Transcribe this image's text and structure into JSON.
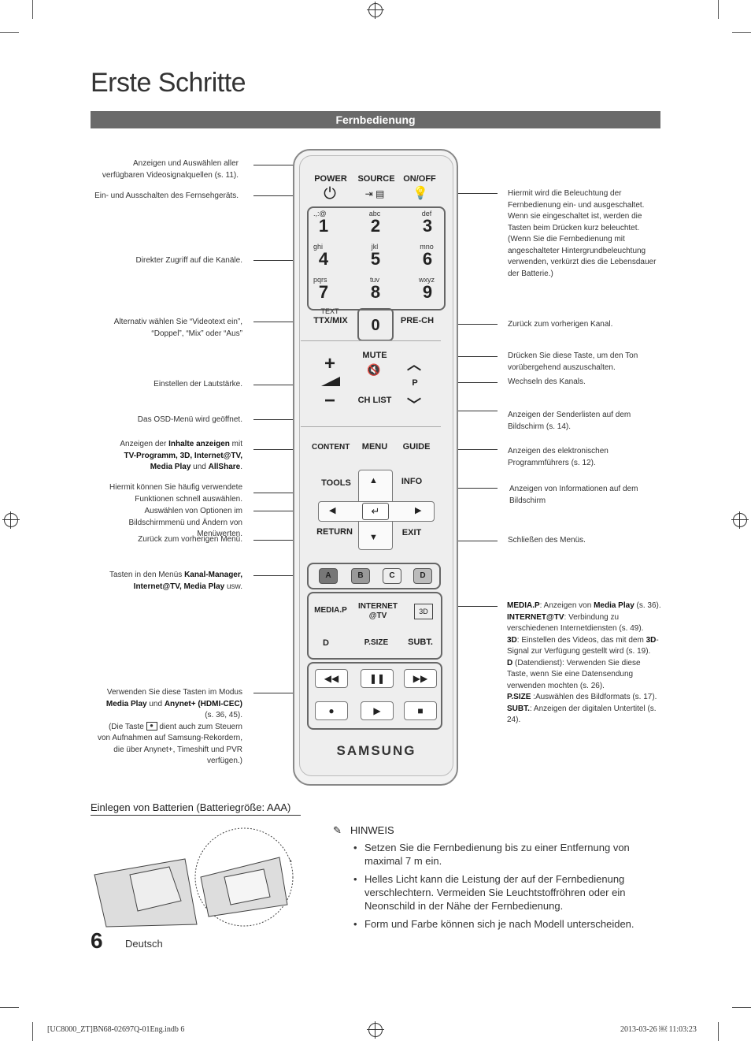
{
  "page": {
    "title": "Erste Schritte",
    "section": "Fernbedienung"
  },
  "left_annotations": [
    "Anzeigen und Auswählen aller verfügbaren Videosignalquellen (s. 11).",
    "Ein- und Ausschalten des Fernsehgeräts.",
    "Direkter Zugriff auf die Kanäle.",
    "Alternativ wählen Sie “Videotext ein”, “Doppel”, “Mix” oder “Aus”",
    "Einstellen der Lautstärke.",
    "Das OSD-Menü wird geöffnet.",
    "Hiermit können Sie häufig verwendete Funktionen schnell auswählen.",
    "Auswählen von Optionen im Bildschirmmenü und Ändern von Menüwerten.",
    "Zurück zum vorherigen Menü."
  ],
  "left_rich": {
    "content_pre": "Anzeigen der ",
    "content_b1": "Inhalte anzeigen",
    "content_mid": " mit",
    "content_b2": "TV-Programm, 3D, Internet@TV,",
    "content_b3": "Media Play",
    "content_and": " und ",
    "content_b4": "AllShare",
    "content_end": ".",
    "color_pre": "Tasten in den Menüs ",
    "color_b1": "Kanal-Manager,",
    "color_b2": "Internet@TV, Media Play",
    "color_end": " usw.",
    "media_l1": "Verwenden Sie diese Tasten im Modus",
    "media_b1": "Media Play",
    "media_und": " und ",
    "media_b2": "Anynet+ (HDMI-CEC)",
    "media_l3": "(s. 36, 45).",
    "media_l4a": "(Die Taste ",
    "media_l4b": " dient auch zum Steuern",
    "media_l5": "von Aufnahmen auf Samsung-Rekordern,",
    "media_l6": "die über Anynet+, Timeshift und PVR",
    "media_l7": "verfügen.)"
  },
  "right_annotations": [
    "Hiermit wird die Beleuchtung der Fernbedienung ein- und ausgeschaltet. Wenn sie eingeschaltet ist, werden die Tasten beim Drücken kurz beleuchtet. (Wenn Sie die Fernbedienung mit angeschalteter Hintergrundbeleuchtung verwenden, verkürzt dies die Lebensdauer der Batterie.)",
    "Zurück zum vorherigen Kanal.",
    "Drücken Sie diese Taste, um den Ton vorübergehend auszuschalten.",
    "Wechseln des Kanals.",
    "Anzeigen der Senderlisten auf dem Bildschirm (s. 14).",
    "Anzeigen des elektronischen Programmführers (s. 12).",
    "Anzeigen von Informationen auf dem Bildschirm",
    "Schließen des Menüs."
  ],
  "right_media": [
    {
      "b": "MEDIA.P",
      "t": ": Anzeigen von ",
      "b2": "Media Play",
      "t2": " (s. 36)."
    },
    {
      "b": "INTERNET@TV",
      "t": ": Verbindung zu verschiedenen Internetdiensten (s. 49).",
      "b2": "",
      "t2": ""
    },
    {
      "b": "3D",
      "t": ": Einstellen des Videos, das mit dem ",
      "b2": "3D",
      "t2": "-Signal zur Verfügung gestellt wird (s. 19)."
    },
    {
      "b": "D",
      "t": " (Datendienst): Verwenden Sie diese Taste, wenn Sie eine Datensendung verwenden mochten (s. 26).",
      "b2": "",
      "t2": ""
    },
    {
      "b": "P.SIZE",
      "t": " :Auswählen des Bildformats (s. 17).",
      "b2": "",
      "t2": ""
    },
    {
      "b": "SUBT.",
      "t": ": Anzeigen der digitalen Untertitel (s. 24).",
      "b2": "",
      "t2": ""
    }
  ],
  "remote": {
    "power": "POWER",
    "source": "SOURCE",
    "onoff": "ON/OFF",
    "digits": [
      {
        "n": "1",
        "s": ".,:@"
      },
      {
        "n": "2",
        "s": "abc"
      },
      {
        "n": "3",
        "s": "def"
      },
      {
        "n": "4",
        "s": "ghi"
      },
      {
        "n": "5",
        "s": "jkl"
      },
      {
        "n": "6",
        "s": "mno"
      },
      {
        "n": "7",
        "s": "pqrs"
      },
      {
        "n": "8",
        "s": "tuv"
      },
      {
        "n": "9",
        "s": "wxyz"
      }
    ],
    "zero": "0",
    "text": "TEXT",
    "ttx": "TTX/MIX",
    "prech": "PRE-CH",
    "mute": "MUTE",
    "p": "P",
    "chlist": "CH LIST",
    "content": "CONTENT",
    "menu": "MENU",
    "guide": "GUIDE",
    "tools": "TOOLS",
    "info": "INFO",
    "return": "RETURN",
    "exit": "EXIT",
    "colors": [
      "A",
      "B",
      "C",
      "D"
    ],
    "mediap": "MEDIA.P",
    "internet1": "INTERNET",
    "internet2": "@TV",
    "d": "D",
    "psize": "P.SIZE",
    "subt": "SUBT.",
    "brand": "SAMSUNG"
  },
  "batteries": {
    "title": "Einlegen von Batterien (Batteriegröße: AAA)"
  },
  "hint": {
    "label": "HINWEIS",
    "items": [
      "Setzen Sie die Fernbedienung bis zu einer Entfernung von maximal 7 m ein.",
      "Helles Licht kann die Leistung der auf der Fernbedienung verschlechtern. Vermeiden Sie Leuchtstoffröhren oder ein Neonschild in der Nähe der Fernbedienung.",
      "Form und Farbe können sich je nach Modell unterscheiden."
    ]
  },
  "footer": {
    "page_number": "6",
    "language": "Deutsch",
    "file": "[UC8000_ZT]BN68-02697Q-01Eng.indb   6",
    "timestamp": "2013-03-26   ￼ 11:03:23"
  }
}
